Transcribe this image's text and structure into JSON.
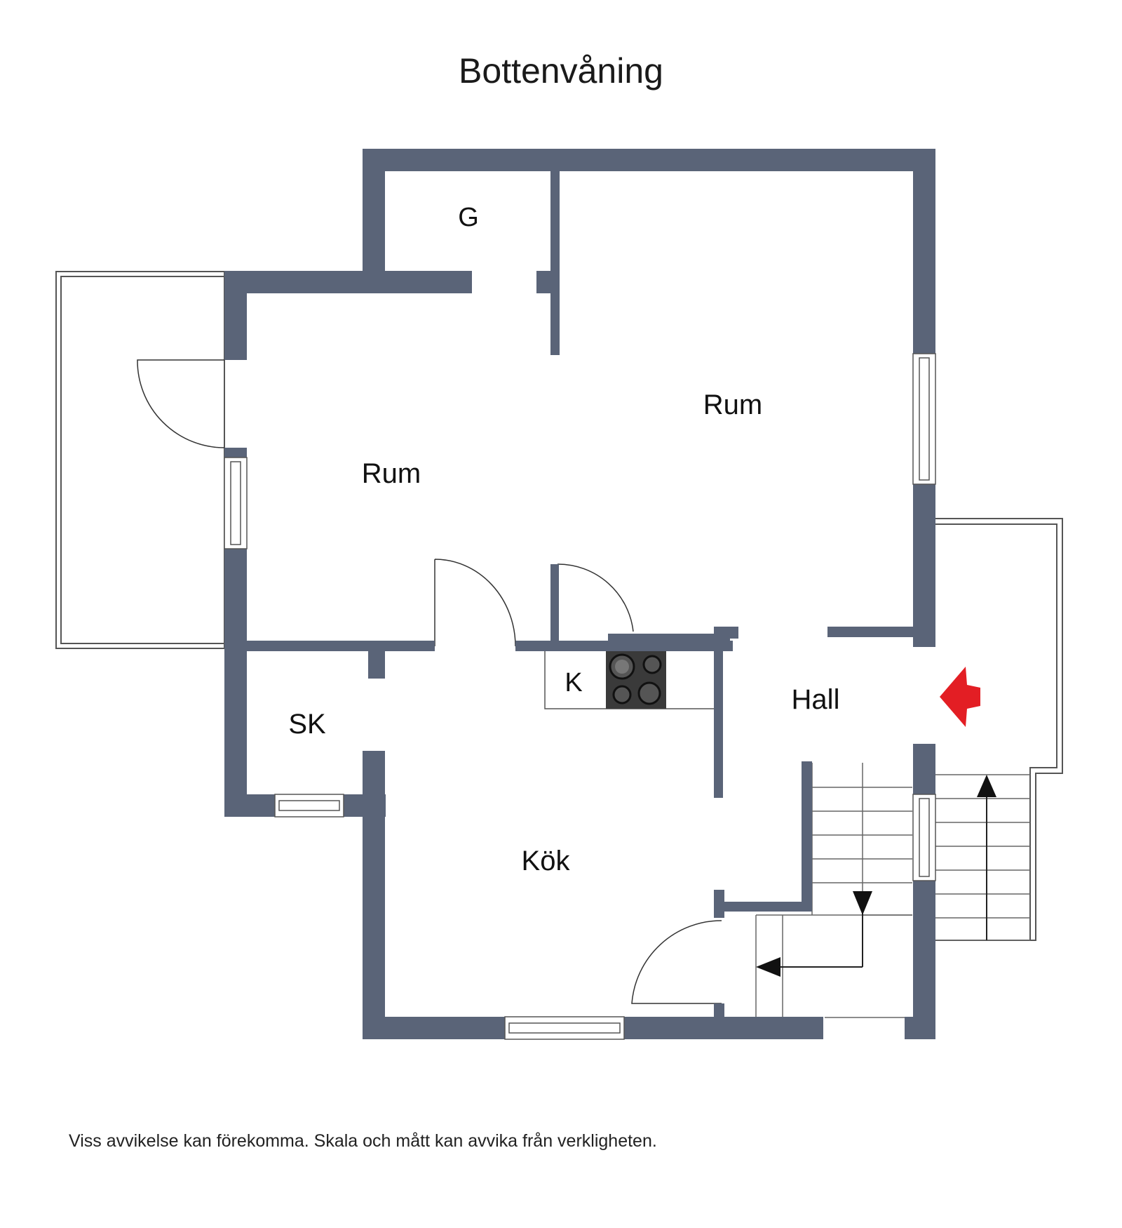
{
  "title": "Bottenvåning",
  "rooms": {
    "g": "G",
    "rum_left": "Rum",
    "rum_right": "Rum",
    "sk": "SK",
    "k": "K",
    "hall": "Hall",
    "kok": "Kök"
  },
  "disclaimer": "Viss avvikelse kan förekomma. Skala och mått kan avvika från verkligheten.",
  "colors": {
    "wall": "#5a6478",
    "entrance_arrow": "#e31e24",
    "stove": "#3a3a3a"
  },
  "icons": {
    "entrance": "entrance-arrow-icon",
    "stove": "stove-icon"
  }
}
